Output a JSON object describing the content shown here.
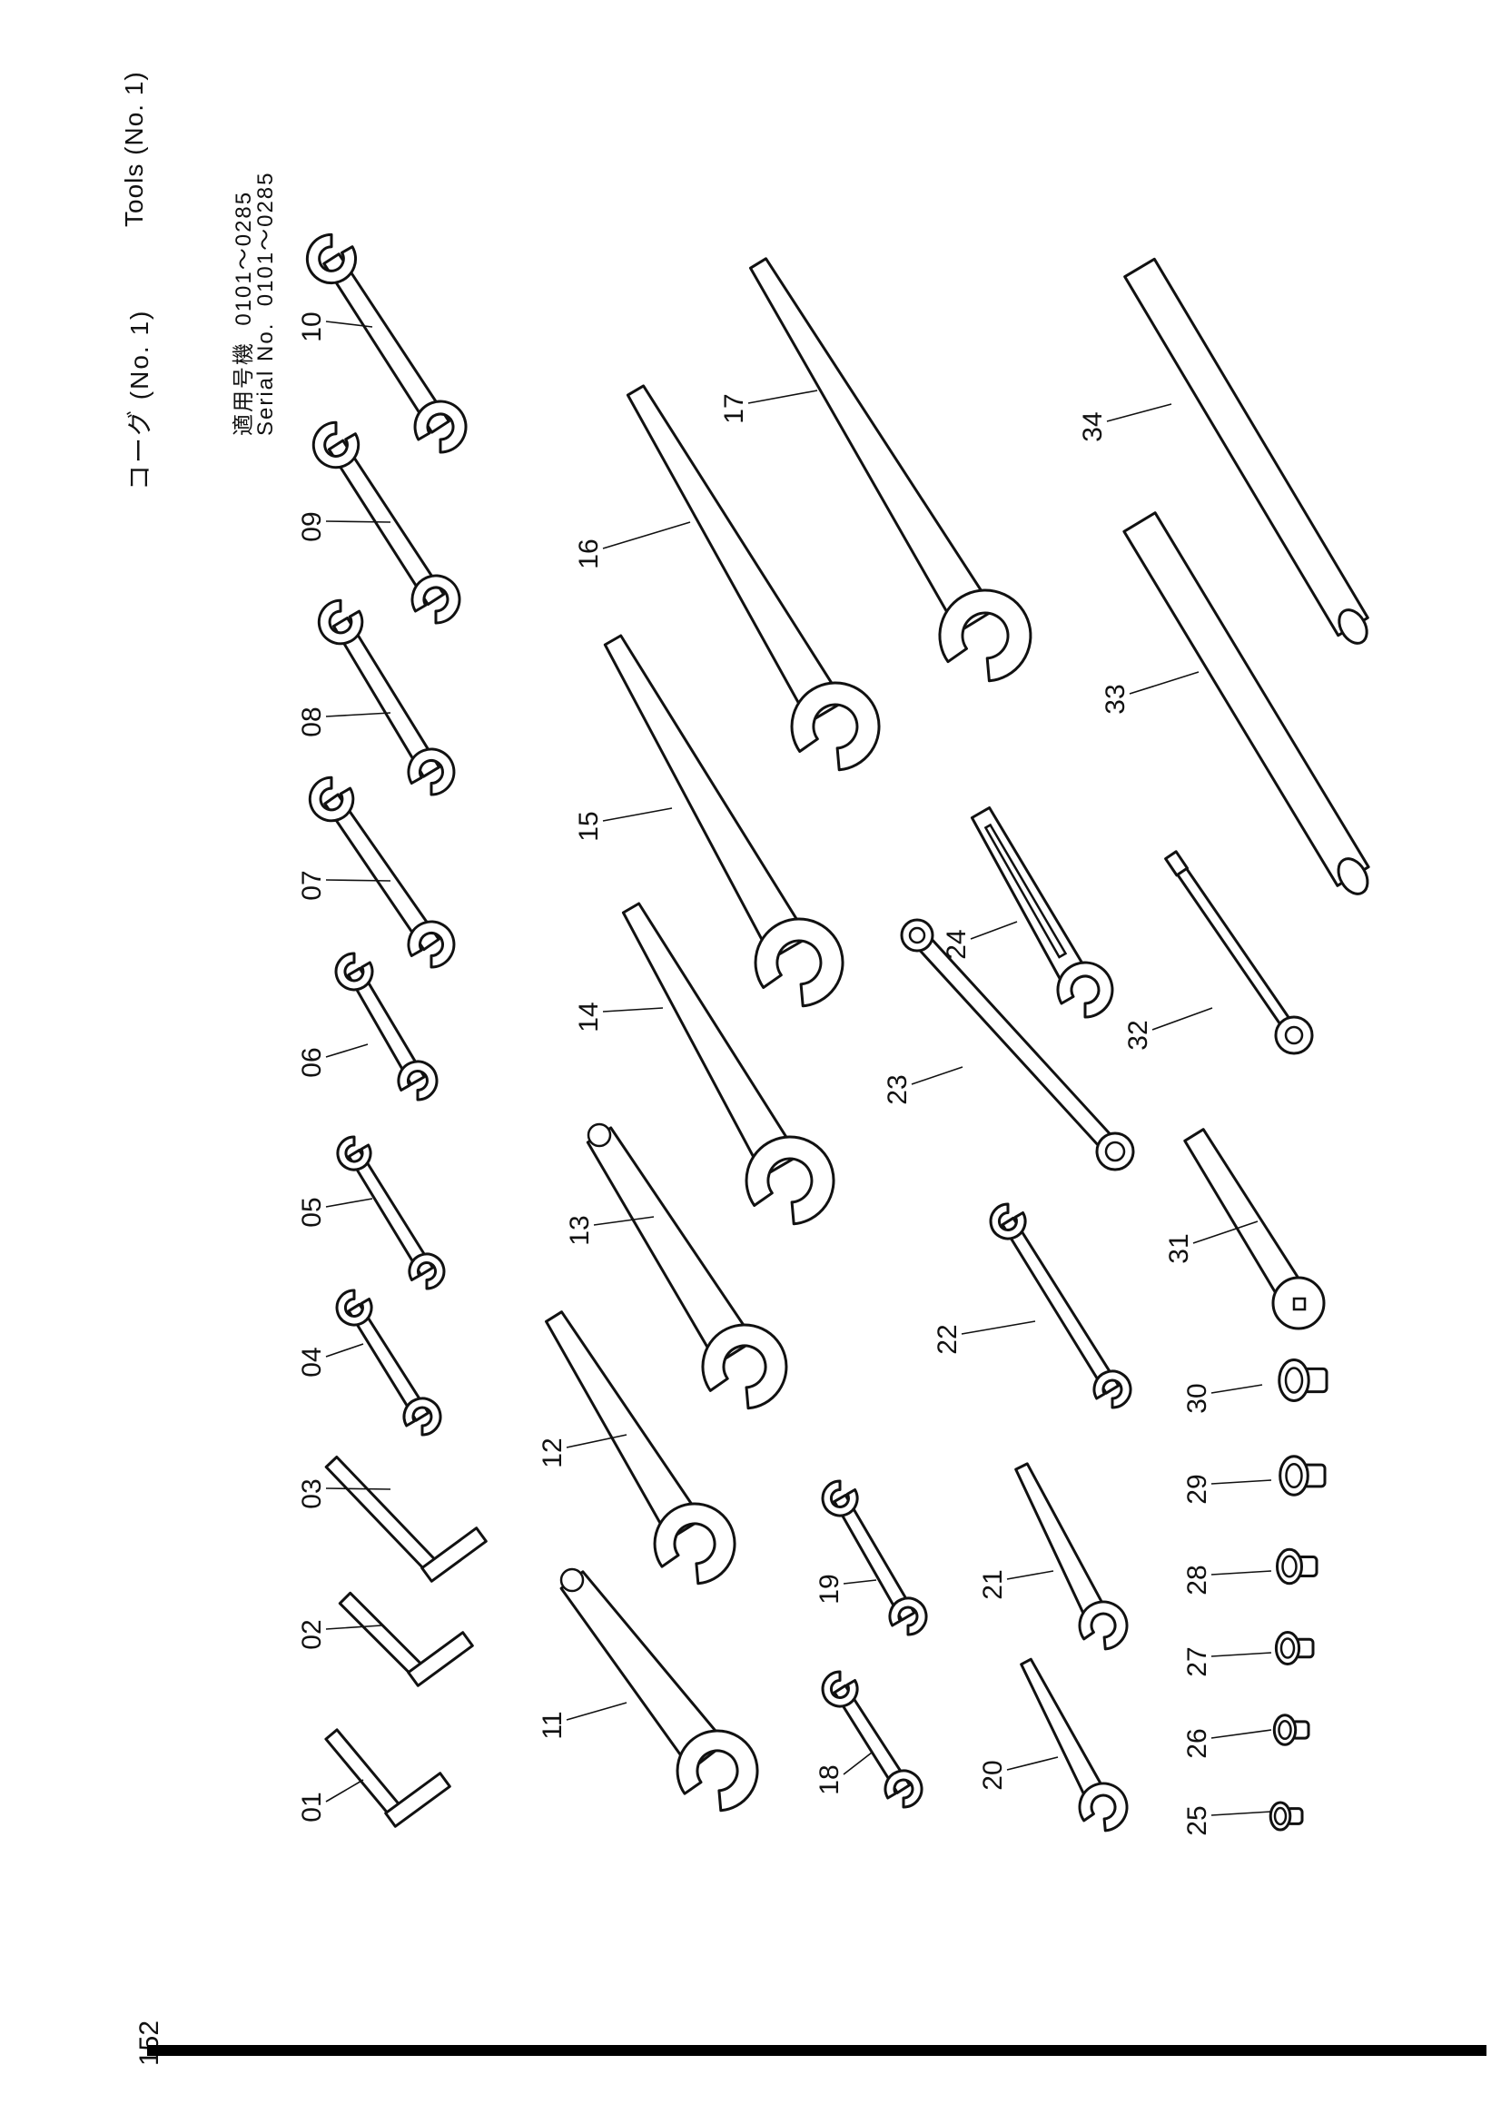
{
  "header": {
    "title_jp": "コーグ (No. 1)",
    "title_en": "Tools (No. 1)"
  },
  "serial": {
    "label_jp": "適用号機",
    "label_en": "Serial No.",
    "range_jp": "0101～0285",
    "range_en": "0101～0285"
  },
  "page_number": "152",
  "parts": [
    {
      "id": "01",
      "label": "01",
      "type": "hex-key"
    },
    {
      "id": "02",
      "label": "02",
      "type": "hex-key"
    },
    {
      "id": "03",
      "label": "03",
      "type": "hex-key"
    },
    {
      "id": "04",
      "label": "04",
      "type": "double-open-wrench"
    },
    {
      "id": "05",
      "label": "05",
      "type": "double-open-wrench"
    },
    {
      "id": "06",
      "label": "06",
      "type": "double-open-wrench"
    },
    {
      "id": "07",
      "label": "07",
      "type": "double-open-wrench"
    },
    {
      "id": "08",
      "label": "08",
      "type": "double-open-wrench"
    },
    {
      "id": "09",
      "label": "09",
      "type": "double-open-wrench"
    },
    {
      "id": "10",
      "label": "10",
      "type": "double-open-wrench"
    },
    {
      "id": "11",
      "label": "11",
      "type": "single-open-wrench"
    },
    {
      "id": "12",
      "label": "12",
      "type": "single-open-wrench"
    },
    {
      "id": "13",
      "label": "13",
      "type": "single-open-wrench"
    },
    {
      "id": "14",
      "label": "14",
      "type": "single-open-wrench"
    },
    {
      "id": "15",
      "label": "15",
      "type": "single-open-wrench"
    },
    {
      "id": "16",
      "label": "16",
      "type": "single-open-wrench"
    },
    {
      "id": "17",
      "label": "17",
      "type": "single-open-wrench"
    },
    {
      "id": "18",
      "label": "18",
      "type": "double-open-wrench"
    },
    {
      "id": "19",
      "label": "19",
      "type": "double-open-wrench"
    },
    {
      "id": "20",
      "label": "20",
      "type": "single-open-wrench"
    },
    {
      "id": "21",
      "label": "21",
      "type": "single-open-wrench"
    },
    {
      "id": "22",
      "label": "22",
      "type": "double-open-wrench"
    },
    {
      "id": "23",
      "label": "23",
      "type": "ring-wrench"
    },
    {
      "id": "24",
      "label": "24",
      "type": "adjustable-wrench"
    },
    {
      "id": "25",
      "label": "25",
      "type": "socket"
    },
    {
      "id": "26",
      "label": "26",
      "type": "socket"
    },
    {
      "id": "27",
      "label": "27",
      "type": "socket"
    },
    {
      "id": "28",
      "label": "28",
      "type": "socket"
    },
    {
      "id": "29",
      "label": "29",
      "type": "socket"
    },
    {
      "id": "30",
      "label": "30",
      "type": "socket"
    },
    {
      "id": "31",
      "label": "31",
      "type": "ratchet-handle"
    },
    {
      "id": "32",
      "label": "32",
      "type": "extension-bar"
    },
    {
      "id": "33",
      "label": "33",
      "type": "pipe"
    },
    {
      "id": "34",
      "label": "34",
      "type": "pipe"
    }
  ]
}
